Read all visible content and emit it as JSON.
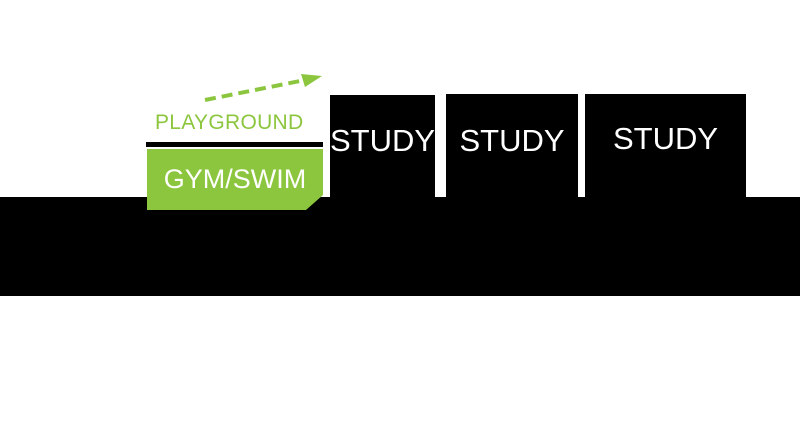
{
  "labels": {
    "playground": "PLAYGROUND",
    "gym_swim": "GYM/SWIM",
    "study_1": "STUDY",
    "study_2": "STUDY",
    "study_3": "STUDY"
  },
  "colors": {
    "accent_green": "#8cc63f",
    "building_black": "#000000",
    "text_white": "#ffffff",
    "background": "#ffffff"
  },
  "icons": {
    "arrow": "dashed-arrow-icon"
  }
}
